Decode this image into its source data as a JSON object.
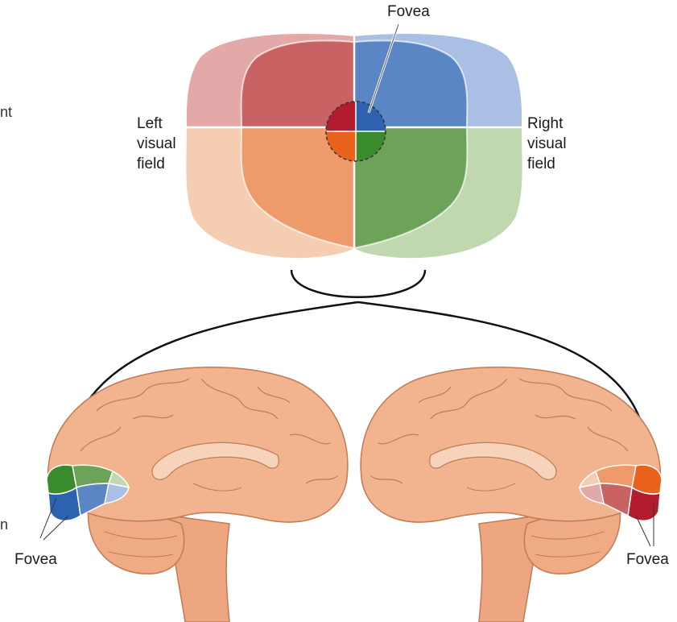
{
  "labels": {
    "fovea_top": "Fovea",
    "left_field": [
      "Left",
      "visual",
      "field"
    ],
    "right_field": [
      "Right",
      "visual",
      "field"
    ],
    "fovea_left": "Fovea",
    "fovea_right": "Fovea",
    "edge_text_a": "nt",
    "edge_text_b": "n"
  },
  "colors": {
    "upper_left_outer": "#e3a8a8",
    "upper_left_inner": "#c96262",
    "lower_left_outer": "#f5cdb2",
    "lower_left_inner": "#ee9a6a",
    "upper_right_outer": "#a9bfe3",
    "upper_right_inner": "#5b86c6",
    "lower_right_outer": "#bfd8af",
    "lower_right_inner": "#6ca358",
    "fovea_ul": "#b31c2e",
    "fovea_ur": "#2d62b0",
    "fovea_ll": "#e8621c",
    "fovea_lr": "#3a8a2e",
    "brain_skin": "#f2b48e",
    "brain_line": "#c07a55"
  }
}
